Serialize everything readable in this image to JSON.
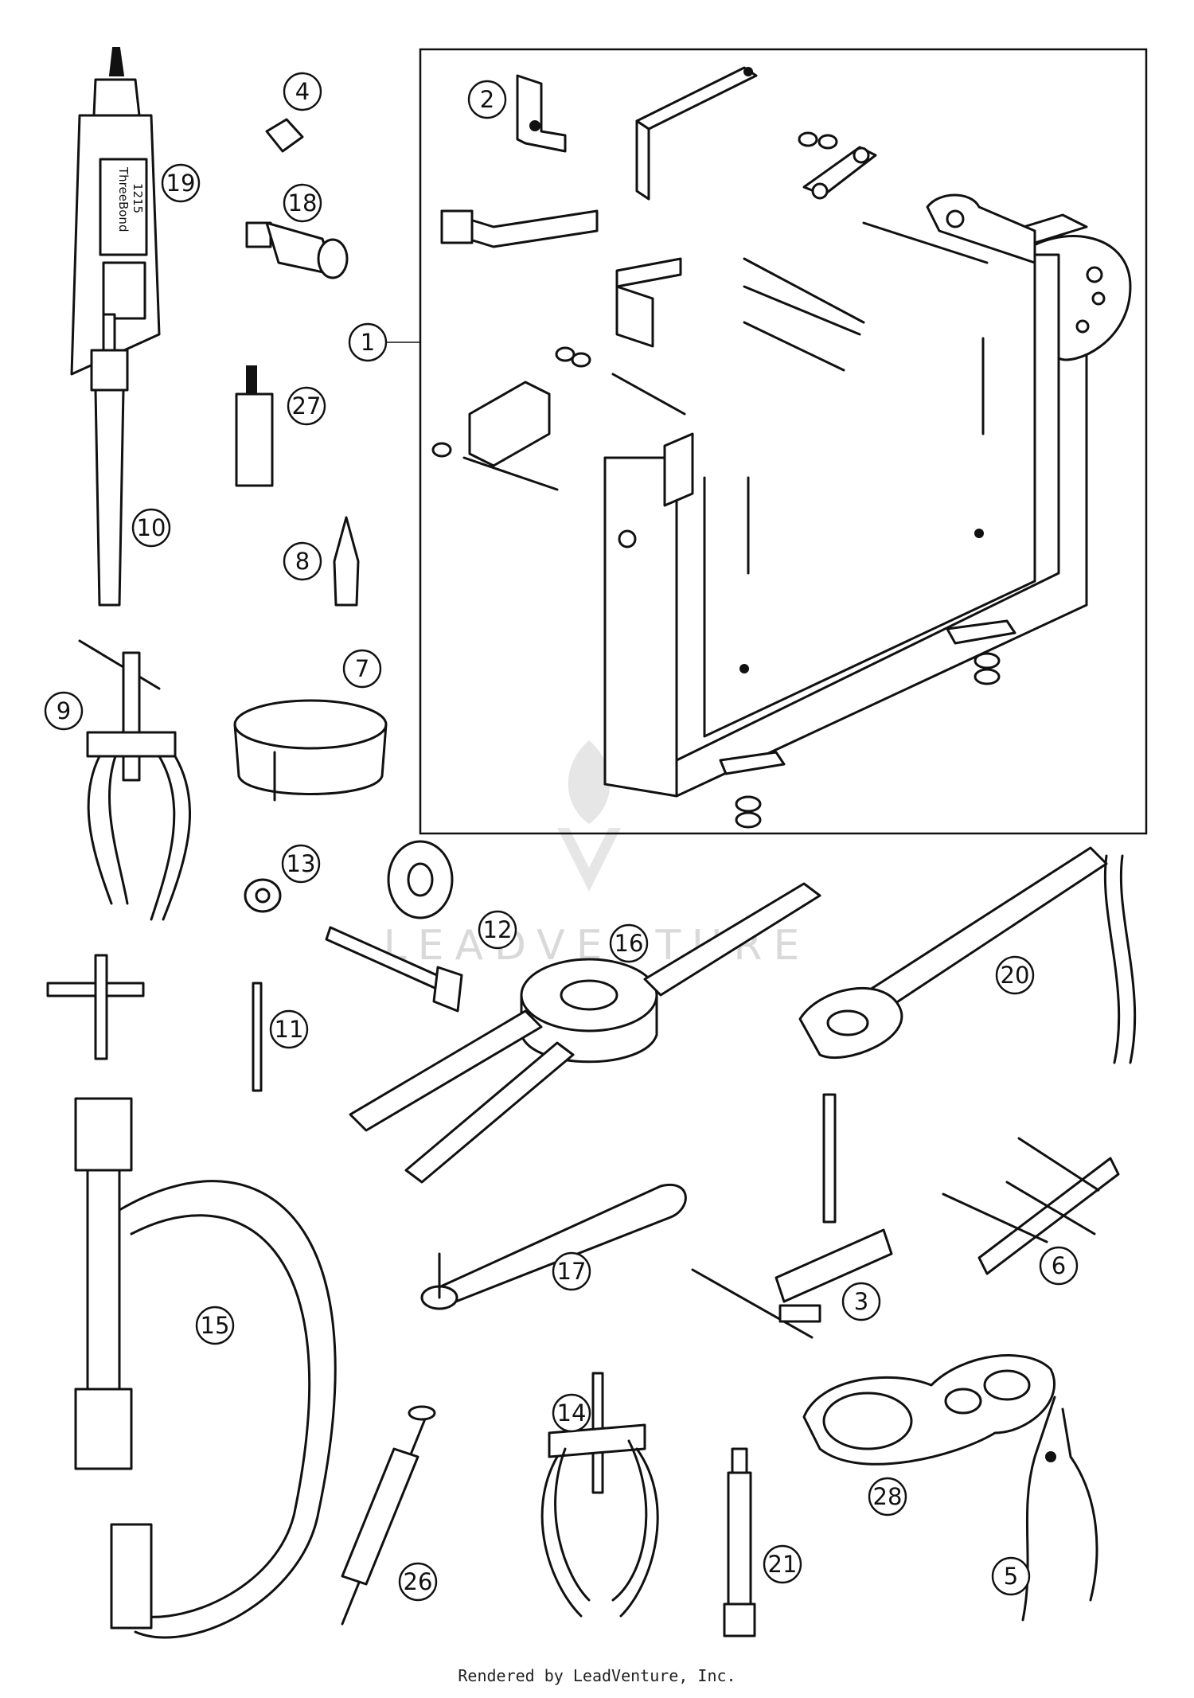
{
  "watermark": {
    "wordmark": "LEADVENTURE"
  },
  "tube_label": {
    "brand": "ThreeBond",
    "number": "1215"
  },
  "footer": {
    "credit": "Rendered by LeadVenture, Inc."
  },
  "callouts": [
    {
      "id": "c1",
      "number": "1"
    },
    {
      "id": "c2",
      "number": "2"
    },
    {
      "id": "c3",
      "number": "3"
    },
    {
      "id": "c4",
      "number": "4"
    },
    {
      "id": "c5",
      "number": "5"
    },
    {
      "id": "c6",
      "number": "6"
    },
    {
      "id": "c7",
      "number": "7"
    },
    {
      "id": "c8",
      "number": "8"
    },
    {
      "id": "c9",
      "number": "9"
    },
    {
      "id": "c10",
      "number": "10"
    },
    {
      "id": "c11",
      "number": "11"
    },
    {
      "id": "c12",
      "number": "12"
    },
    {
      "id": "c13",
      "number": "13"
    },
    {
      "id": "c14",
      "number": "14"
    },
    {
      "id": "c15",
      "number": "15"
    },
    {
      "id": "c16",
      "number": "16"
    },
    {
      "id": "c17",
      "number": "17"
    },
    {
      "id": "c18",
      "number": "18"
    },
    {
      "id": "c19",
      "number": "19"
    },
    {
      "id": "c20",
      "number": "20"
    },
    {
      "id": "c21",
      "number": "21"
    },
    {
      "id": "c26",
      "number": "26"
    },
    {
      "id": "c27",
      "number": "27"
    },
    {
      "id": "c28",
      "number": "28"
    }
  ]
}
